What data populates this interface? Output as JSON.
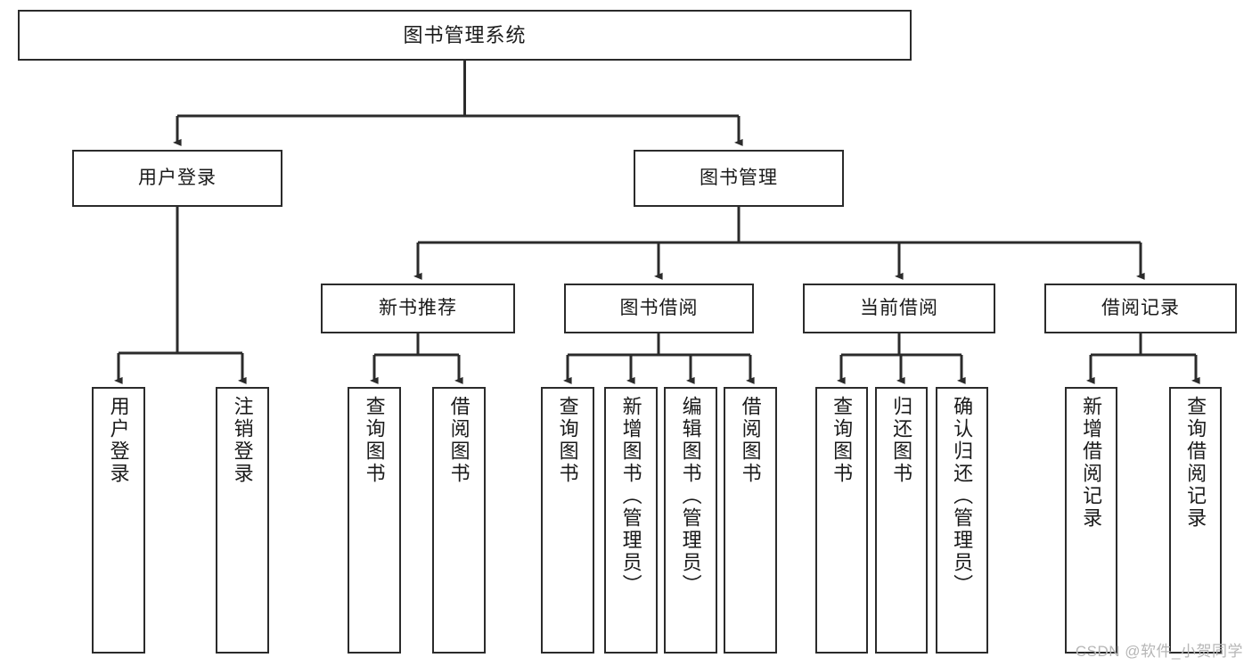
{
  "diagram": {
    "title": "图书管理系统",
    "watermark": "CSDN @软件_小贺同学",
    "line_color": "#2b2b2b",
    "box_fill": "#ffffff",
    "text_color": "#1a1a1a",
    "watermark_color": "#b6b6b6"
  },
  "nodes": {
    "root": {
      "label": "图书管理系统"
    },
    "level2": [
      {
        "label": "用户登录"
      },
      {
        "label": "图书管理"
      }
    ],
    "level3": [
      {
        "label": "新书推荐"
      },
      {
        "label": "图书借阅"
      },
      {
        "label": "当前借阅"
      },
      {
        "label": "借阅记录"
      }
    ],
    "leaves_user_login": [
      {
        "label": "用户登录"
      },
      {
        "label": "注销登录"
      }
    ],
    "leaves_new_book": [
      {
        "label": "查询图书"
      },
      {
        "label": "借阅图书"
      }
    ],
    "leaves_borrow": [
      {
        "label": "查询图书"
      },
      {
        "label": "新增图书（管理员）"
      },
      {
        "label": "编辑图书（管理员）"
      },
      {
        "label": "借阅图书"
      }
    ],
    "leaves_current": [
      {
        "label": "查询图书"
      },
      {
        "label": "归还图书"
      },
      {
        "label": "确认归还（管理员）"
      }
    ],
    "leaves_record": [
      {
        "label": "新增借阅记录"
      },
      {
        "label": "查询借阅记录"
      }
    ]
  }
}
